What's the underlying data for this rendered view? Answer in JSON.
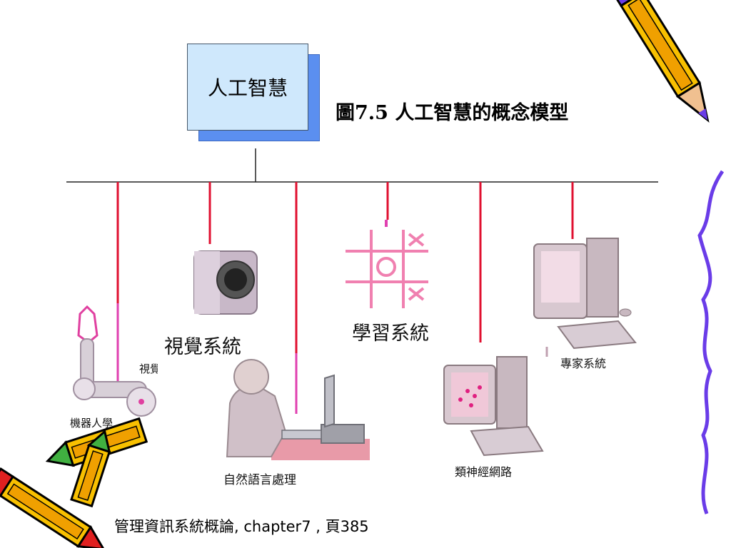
{
  "root": {
    "label": "人工智慧"
  },
  "title": "圖7.5 人工智慧的概念模型",
  "branches": [
    {
      "label": "機器人學",
      "icon": "robot-arm-icon"
    },
    {
      "label": "視覺系統",
      "icon": "camera-icon"
    },
    {
      "label": "自然語言處理",
      "icon": "person-at-computer-icon"
    },
    {
      "label": "學習系統",
      "icon": "tic-tac-toe-icon"
    },
    {
      "label": "類神經網路",
      "icon": "computer-network-icon"
    },
    {
      "label": "專家系統",
      "icon": "desktop-computer-icon"
    }
  ],
  "fragment_label": "視覺",
  "footer": "管理資訊系統概論, chapter7 , 頁385",
  "colors": {
    "box_fill": "#cfe8fc",
    "box_shadow": "#5b8ff0",
    "connector": "#e01030",
    "pink_icon": "#f080b0",
    "squiggle": "#6a3ce8"
  }
}
